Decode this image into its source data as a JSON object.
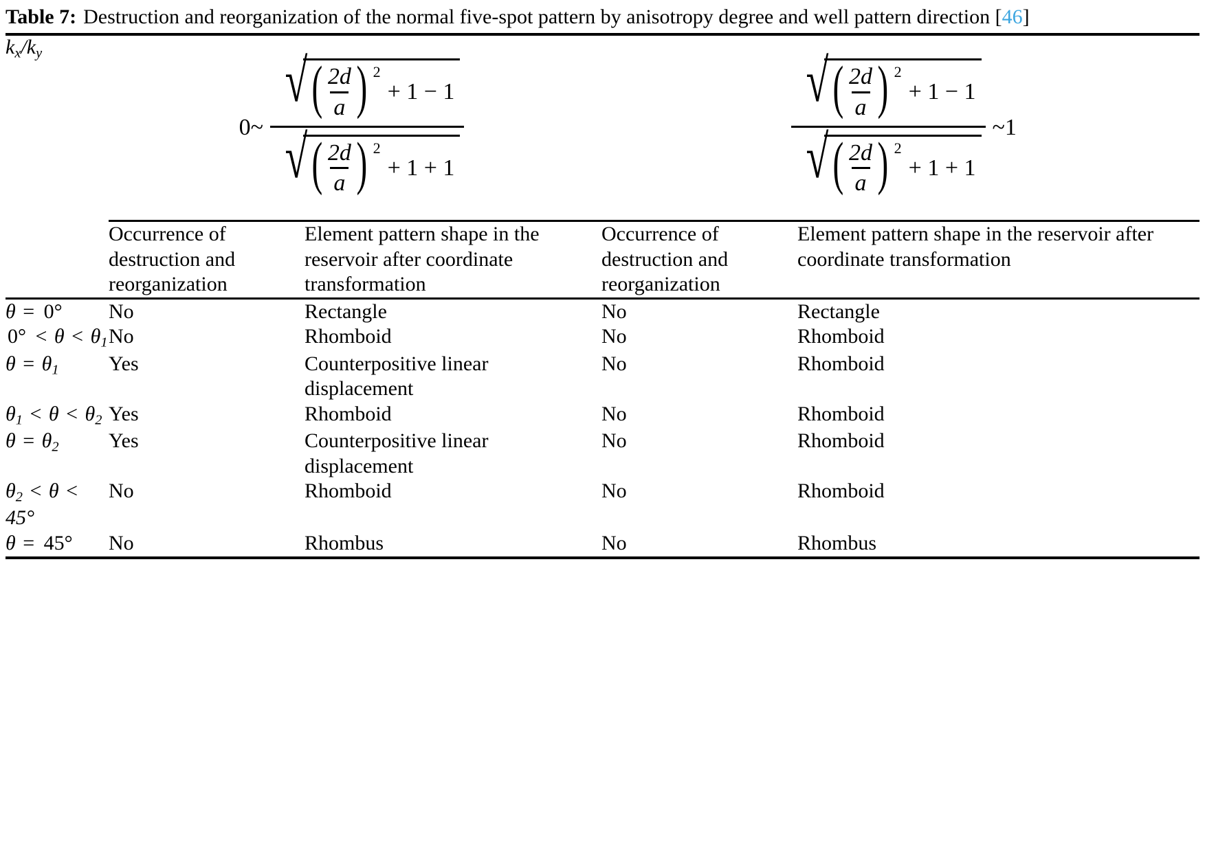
{
  "caption": {
    "label": "Table 7:",
    "text": "Destruction and reorganization of the normal five-spot pattern by anisotropy degree and well pattern direction",
    "cite_open": "[",
    "cite": "46",
    "cite_close": "]",
    "cite_color": "#3da6e0"
  },
  "table": {
    "corner_label": "kx/ky",
    "corner_label_parts": {
      "k1": "k",
      "sub_x": "x",
      "slash": "/",
      "k2": "k",
      "sub_y": "y"
    },
    "group_headers": [
      {
        "id": "group-low-anisotropy",
        "lead": "0~",
        "tail": "",
        "numerator": {
          "base": "2d",
          "over": "a",
          "power": "2",
          "terms": "+ 1 − 1"
        },
        "denominator": {
          "base": "2d",
          "over": "a",
          "power": "2",
          "terms": "+ 1 + 1"
        },
        "text": "0~ sqrt((2d/a)^2 + 1 - 1) / sqrt((2d/a)^2 + 1 + 1)"
      },
      {
        "id": "group-high-anisotropy",
        "lead": "",
        "tail": "~1",
        "numerator": {
          "base": "2d",
          "over": "a",
          "power": "2",
          "terms": "+ 1 − 1"
        },
        "denominator": {
          "base": "2d",
          "over": "a",
          "power": "2",
          "terms": "+ 1 + 1"
        },
        "text": "sqrt((2d/a)^2 + 1 - 1) / sqrt((2d/a)^2 + 1 + 1) ~1"
      }
    ],
    "column_headers": [
      "Occurrence of destruction and reorganization",
      "Element pattern shape in the reservoir after coordinate transformation",
      "Occurrence of destruction and reorganization",
      "Element pattern shape in the reservoir after coordinate transformation"
    ],
    "rows": [
      {
        "condition": "θ = 0°",
        "condition_parts": [
          {
            "t": "θ",
            "i": true
          },
          {
            "t": " = ",
            "i": false
          },
          {
            "t": "0°",
            "i": false
          }
        ],
        "c1": "No",
        "c2": "Rectangle",
        "c3": "No",
        "c4": "Rectangle"
      },
      {
        "condition": "0° < θ < θ1",
        "condition_parts": [
          {
            "t": "0°",
            "i": false
          },
          {
            "t": " < ",
            "i": false
          },
          {
            "t": "θ",
            "i": true
          },
          {
            "t": " < ",
            "i": false
          },
          {
            "t": "θ",
            "i": true,
            "sub": "1"
          }
        ],
        "c1": "No",
        "c2": "Rhomboid",
        "c3": "No",
        "c4": "Rhomboid"
      },
      {
        "condition": "θ = θ1",
        "condition_parts": [
          {
            "t": "θ",
            "i": true
          },
          {
            "t": " = ",
            "i": false
          },
          {
            "t": "θ",
            "i": true,
            "sub": "1"
          }
        ],
        "c1": "Yes",
        "c2": "Counterpositive linear displacement",
        "c3": "No",
        "c4": "Rhomboid"
      },
      {
        "condition": "θ1 < θ < θ2",
        "condition_parts": [
          {
            "t": "θ",
            "i": true,
            "sub": "1"
          },
          {
            "t": " < ",
            "i": false
          },
          {
            "t": "θ",
            "i": true
          },
          {
            "t": " < ",
            "i": false
          },
          {
            "t": "θ",
            "i": true,
            "sub": "2"
          }
        ],
        "c1": "Yes",
        "c2": "Rhomboid",
        "c3": "No",
        "c4": "Rhomboid"
      },
      {
        "condition": "θ = θ2",
        "condition_parts": [
          {
            "t": "θ",
            "i": true
          },
          {
            "t": " = ",
            "i": false
          },
          {
            "t": "θ",
            "i": true,
            "sub": "2"
          }
        ],
        "c1": "Yes",
        "c2": "Counterpositive linear displacement",
        "c3": "No",
        "c4": "Rhomboid"
      },
      {
        "condition": "θ2 < θ < 45°",
        "condition_parts": [
          {
            "t": "θ",
            "i": true,
            "sub": "2"
          },
          {
            "t": " < ",
            "i": false
          },
          {
            "t": "θ",
            "i": true
          },
          {
            "t": " < ",
            "i": false
          },
          {
            "t": "45°",
            "i": true
          }
        ],
        "c1": "No",
        "c2": "Rhomboid",
        "c3": "No",
        "c4": "Rhomboid"
      },
      {
        "condition": "θ = 45°",
        "condition_parts": [
          {
            "t": "θ",
            "i": true
          },
          {
            "t": " = ",
            "i": false
          },
          {
            "t": "45°",
            "i": false
          }
        ],
        "c1": "No",
        "c2": "Rhombus",
        "c3": "No",
        "c4": "Rhombus"
      }
    ]
  }
}
